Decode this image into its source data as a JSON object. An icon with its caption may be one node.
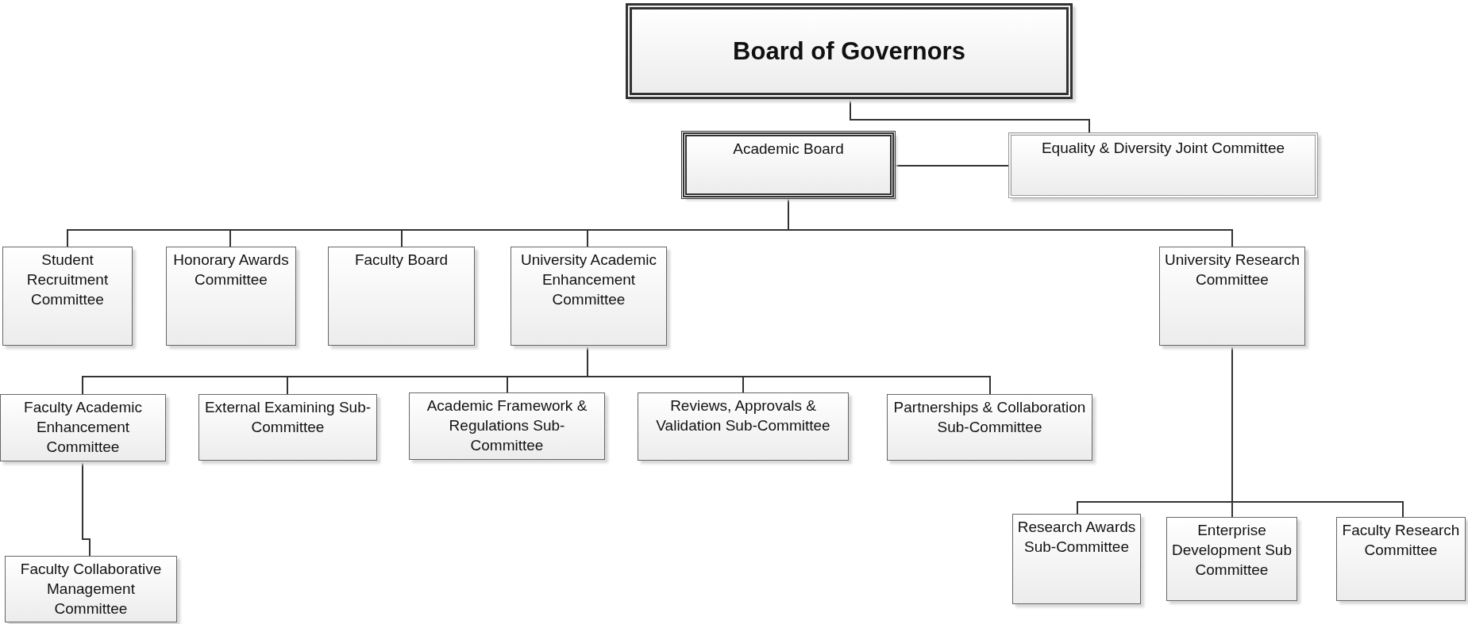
{
  "diagram": {
    "nodes": [
      {
        "text": [
          "Board of Governors"
        ]
      },
      {
        "text": [
          "Academic Board"
        ]
      },
      {
        "text": [
          "Equality & Diversity Joint Committee"
        ]
      },
      {
        "text": [
          "Student Recruitment Committee"
        ]
      },
      {
        "text": [
          "Honorary Awards Committee"
        ]
      },
      {
        "text": [
          "Faculty Board"
        ]
      },
      {
        "text": [
          "University Academic Enhancement Committee"
        ]
      },
      {
        "text": [
          "University Research Committee"
        ]
      },
      {
        "text": [
          "Faculty Academic Enhancement Committee"
        ]
      },
      {
        "text": [
          "External Examining Sub-Committee"
        ]
      },
      {
        "text": [
          "Academic Framework & Regulations Sub-Committee"
        ]
      },
      {
        "text": [
          "Reviews, Approvals & Validation Sub-Committee"
        ]
      },
      {
        "text": [
          "Partnerships & Collaboration Sub-Committee"
        ]
      },
      {
        "text": [
          "Faculty Collaborative Management Committee"
        ]
      },
      {
        "text": [
          "Research Awards Sub-Committee"
        ]
      },
      {
        "text": [
          "Enterprise Development Sub Committee"
        ]
      },
      {
        "text": [
          "Faculty Research Committee"
        ]
      }
    ],
    "edges": [
      {
        "from": 0,
        "to": 2,
        "arrow": "none"
      },
      {
        "from": 1,
        "to": 2,
        "arrow": "none"
      },
      {
        "from": 1,
        "to": 3,
        "arrow": "none"
      },
      {
        "from": 1,
        "to": 4,
        "arrow": "none"
      },
      {
        "from": 1,
        "to": 5,
        "arrow": "none"
      },
      {
        "from": 1,
        "to": 6,
        "arrow": "none"
      },
      {
        "from": 1,
        "to": 7,
        "arrow": "none"
      },
      {
        "from": 6,
        "to": 8,
        "arrow": "none"
      },
      {
        "from": 6,
        "to": 9,
        "arrow": "none"
      },
      {
        "from": 6,
        "to": 10,
        "arrow": "none"
      },
      {
        "from": 6,
        "to": 11,
        "arrow": "none"
      },
      {
        "from": 6,
        "to": 12,
        "arrow": "none"
      },
      {
        "from": 8,
        "to": 13,
        "arrow": "none"
      },
      {
        "from": 7,
        "to": 14,
        "arrow": "none"
      },
      {
        "from": 7,
        "to": 15,
        "arrow": "none"
      },
      {
        "from": 7,
        "to": 16,
        "arrow": "none"
      }
    ]
  }
}
